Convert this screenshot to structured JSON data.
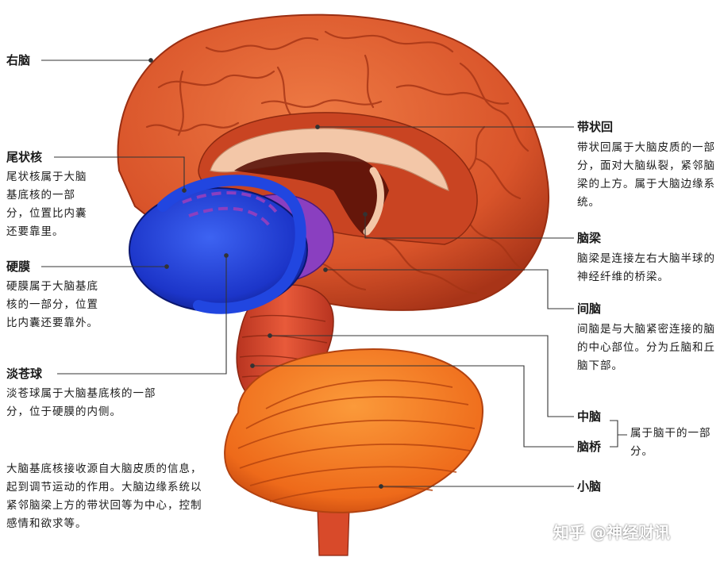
{
  "labels": {
    "right_brain": "右脑",
    "caudate": {
      "title": "尾状核",
      "desc": "尾状核属于大脑基底核的一部分，位置比内囊还要靠里。"
    },
    "putamen": {
      "title": "硬膜",
      "desc": "硬膜属于大脑基底核的一部分，位置比内囊还要靠外。"
    },
    "globus_pallidus": {
      "title": "淡苍球",
      "desc": "淡苍球属于大脑基底核的一部分，位于硬膜的内侧。"
    },
    "cingulate": {
      "title": "带状回",
      "desc": "带状回属于大脑皮质的一部分，面对大脑纵裂，紧邻脑梁的上方。属于大脑边缘系统。"
    },
    "corpus_callosum": {
      "title": "脑梁",
      "desc": "脑梁是连接左右大脑半球的神经纤维的桥梁。"
    },
    "diencephalon": {
      "title": "间脑",
      "desc": "间脑是与大脑紧密连接的脑的中心部位。分为丘脑和丘脑下部。"
    },
    "midbrain": "中脑",
    "pons": "脑桥",
    "brainstem_desc": "属于脑干的一部分。",
    "cerebellum": "小脑"
  },
  "note": "大脑基底核接收源自大脑皮质的信息，起到调节运动的作用。大脑边缘系统以紧邻脑梁上方的带状回等为中心，控制感情和欲求等。",
  "watermark": "知乎 @神经财讯",
  "colors": {
    "cortex": "#e0582a",
    "cortex_dark": "#b8361a",
    "callosum": "#f3c7a8",
    "basal_ganglia": "#1f3fd6",
    "pallidus": "#8a3fc0",
    "cerebellum": "#f07a1e",
    "brainstem": "#de4a2c"
  }
}
